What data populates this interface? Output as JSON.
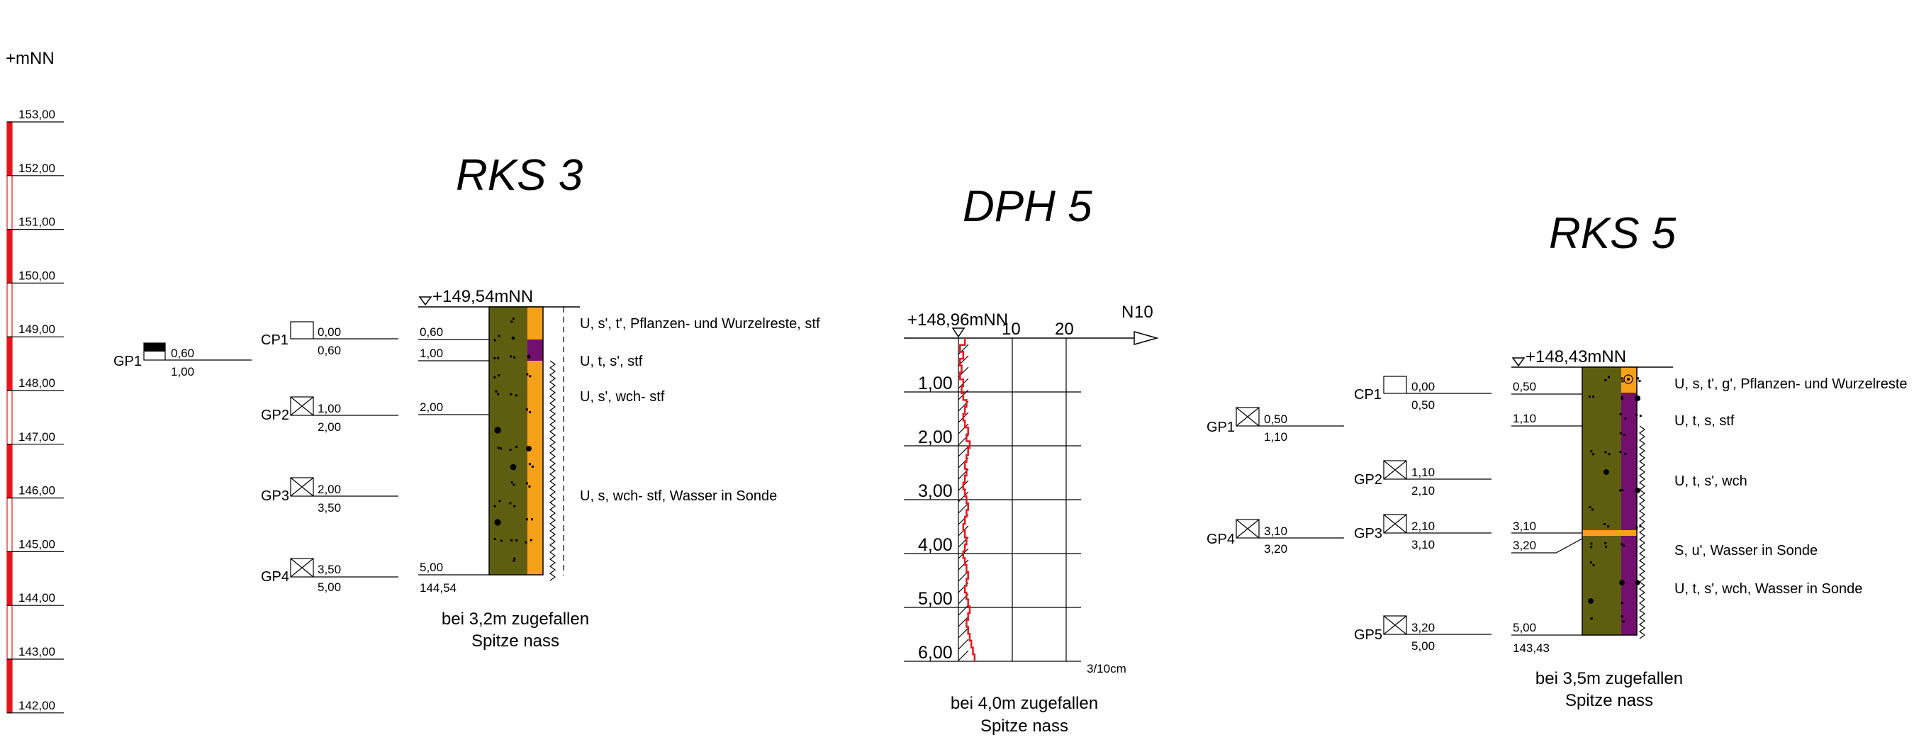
{
  "scale": {
    "unit_label": "+mNN",
    "ticks": [
      "153,00",
      "152,00",
      "151,00",
      "150,00",
      "149,00",
      "148,00",
      "147,00",
      "146,00",
      "145,00",
      "144,00",
      "143,00",
      "142,00"
    ]
  },
  "colors": {
    "olive": "#5e5e10",
    "orange": "#f7a11a",
    "purple": "#73106f",
    "red": "#e8161c"
  },
  "rks3": {
    "title": "RKS 3",
    "elevation": "+149,54mNN",
    "depths": [
      "0,60",
      "1,00",
      "2,00",
      "5,00"
    ],
    "bottom": "144,54",
    "layers": [
      "U, s', t', Pflanzen- und Wurzelreste, stf",
      "U, t, s', stf",
      "U, s', wch- stf",
      "U, s, wch- stf, Wasser in Sonde"
    ],
    "note1": "bei 3,2m zugefallen",
    "note2": "Spitze nass",
    "samples": [
      {
        "id": "GP1",
        "from": "0,60",
        "to": "1,00"
      },
      {
        "id": "CP1",
        "from": "0,00",
        "to": "0,60"
      },
      {
        "id": "GP2",
        "from": "1,00",
        "to": "2,00"
      },
      {
        "id": "GP3",
        "from": "2,00",
        "to": "3,50"
      },
      {
        "id": "GP4",
        "from": "3,50",
        "to": "5,00"
      }
    ]
  },
  "dph5": {
    "title": "DPH 5",
    "elevation": "+148,96mNN",
    "axis_label": "N",
    "axis_sub": "10",
    "ticks": [
      "10",
      "20"
    ],
    "depths": [
      "1,00",
      "2,00",
      "3,00",
      "4,00",
      "5,00",
      "6,00"
    ],
    "unit": "3/10cm",
    "note1": "bei 4,0m zugefallen",
    "note2": "Spitze nass"
  },
  "rks5": {
    "title": "RKS 5",
    "elevation": "+148,43mNN",
    "depths": [
      "0,50",
      "1,10",
      "3,10",
      "3,20",
      "5,00"
    ],
    "bottom": "143,43",
    "layers": [
      "U, s, t', g', Pflanzen- und Wurzelreste",
      "U, t, s, stf",
      "U, t, s', wch",
      "S, u', Wasser in Sonde",
      "U, t, s', wch, Wasser in Sonde"
    ],
    "note1": "bei 3,5m zugefallen",
    "note2": "Spitze nass",
    "samples": [
      {
        "id": "CP1",
        "from": "0,00",
        "to": "0,50"
      },
      {
        "id": "GP1",
        "from": "0,50",
        "to": "1,10"
      },
      {
        "id": "GP2",
        "from": "1,10",
        "to": "2,10"
      },
      {
        "id": "GP4",
        "from": "3,10",
        "to": "3,20"
      },
      {
        "id": "GP3",
        "from": "2,10",
        "to": "3,10"
      },
      {
        "id": "GP5",
        "from": "3,20",
        "to": "5,00"
      }
    ]
  }
}
